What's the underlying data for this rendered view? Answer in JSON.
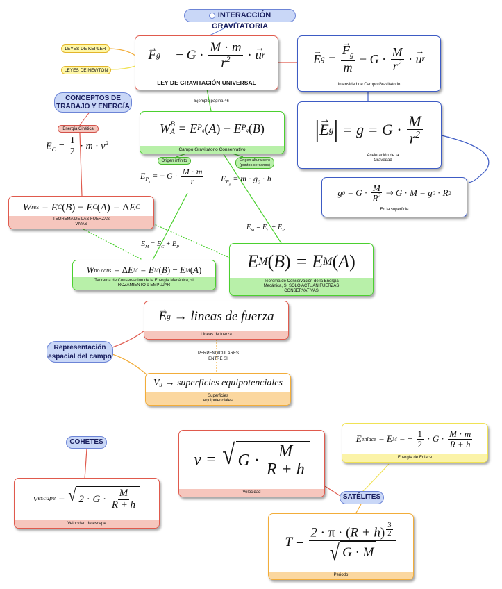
{
  "title": "INTERACCIÓN GRAVITATORIA",
  "title_icon": "circle-dot-icon",
  "colors": {
    "red": "#e05a4d",
    "blue": "#3d5bc4",
    "green": "#4bd02f",
    "orange": "#f2ad3a",
    "yellow": "#f0e255",
    "pill_bg": "#c9d7f7"
  },
  "tags": {
    "kepler": "LEYES DE KEPLER",
    "newton": "LEYES DE NEWTON",
    "energia_cinetica": "Energía Cinética",
    "origen_infinito": "Origen infinito",
    "origen_altura_cero": "Origen altura cero (puntos cercanos)"
  },
  "topics": {
    "trabajo_energia": "CONCEPTOS DE TRABAJO Y ENERGÍA",
    "representacion": "Representación espacial del campo",
    "cohetes": "COHETES",
    "satelites": "SATÉLITES"
  },
  "captions": {
    "ley_gravitacion": "LEY DE GRAVITACIÓN UNIVERSAL",
    "intensidad": "Intensidad de Campo Gravitatorio",
    "aceleracion": "Aceleración de la Gravedad",
    "superficie": "En la superficie",
    "campo_conservativo": "Campo Gravitatorio Conservativo",
    "fuerzas_vivas": "TEOREMA DE LAS FUERZAS VIVAS",
    "conservacion_no": "Teorema de Conservación de la Energía Mecánica, si ROZAMIENTO o EMPUJAR",
    "conservacion_si": "Teorema de Conservación de la Energía Mecánica, SI SOLO ACTÚAN FUERZAS CONSERVATIVAS",
    "lineas": "Líneas de fuerza",
    "superficies": "Superficies equipotenciales",
    "velocidad": "Velocidad",
    "enlace": "Energía de Enlace",
    "escape": "Velocidad de escape",
    "periodo": "Periodo"
  },
  "labels": {
    "ejemplo": "Ejemplo página 46",
    "perpendiculares": "PERPENDICULARES ENTRE SÍ"
  },
  "formulas": {
    "lineas_fuerza_text": "lineas de fuerza",
    "superficies_text": "superficies equipotenciales"
  }
}
